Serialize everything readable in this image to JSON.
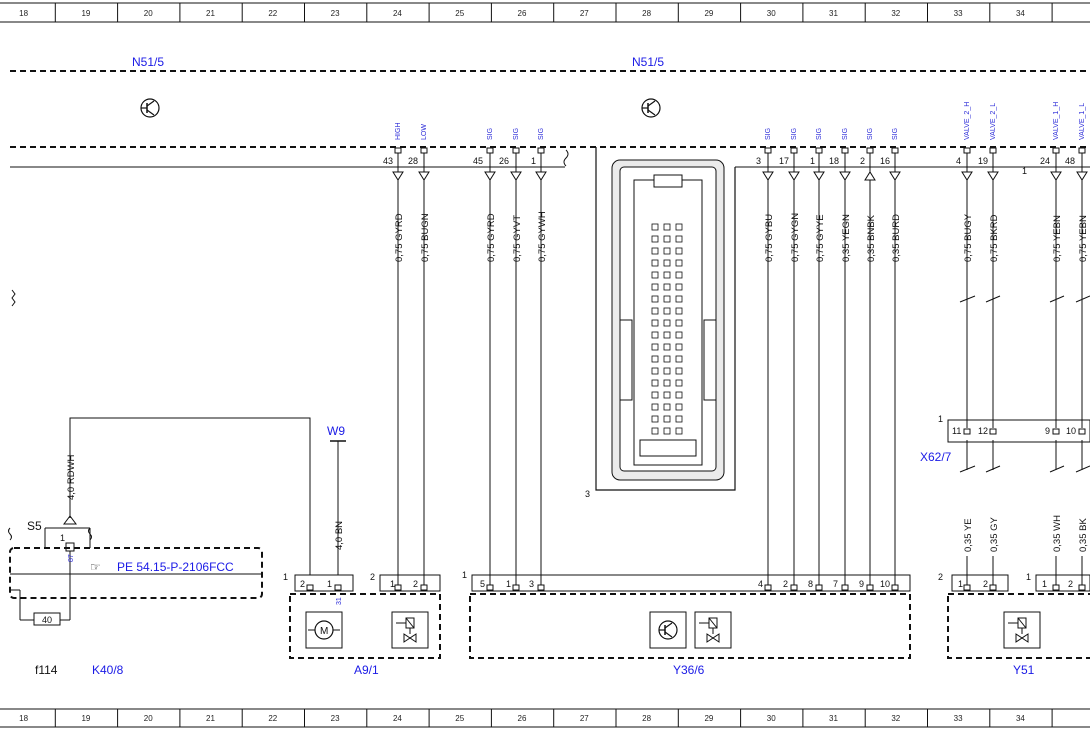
{
  "ruler": [
    "18",
    "19",
    "20",
    "21",
    "22",
    "23",
    "24",
    "25",
    "26",
    "27",
    "28",
    "29",
    "30",
    "31",
    "32",
    "33",
    "34"
  ],
  "colors": {
    "label": "#1a1ae6",
    "line": "#111111",
    "ecu_fill": "#ebebeb"
  },
  "ecu": {
    "label_left": "N51/5",
    "label_right": "N51/5",
    "connector_pin": "3",
    "continuation_pin": "1"
  },
  "pins": [
    {
      "num": "43",
      "sig": "HIGH",
      "wire": "0,75 GYRD"
    },
    {
      "num": "28",
      "sig": "LOW",
      "wire": "0,75 BUGN"
    },
    {
      "num": "45",
      "sig": "SIG",
      "wire": "0,75 GYRD"
    },
    {
      "num": "26",
      "sig": "SIG",
      "wire": "0,75 GYVT"
    },
    {
      "num": "1",
      "sig": "SIG",
      "wire": "0,75 GYWH"
    },
    {
      "num": "3",
      "sig": "SIG",
      "wire": "0,75 GYBU"
    },
    {
      "num": "17",
      "sig": "SIG",
      "wire": "0,75 GYGN"
    },
    {
      "num": "1",
      "sig": "SIG",
      "wire": "0,75 GYYE"
    },
    {
      "num": "18",
      "sig": "SIG",
      "wire": "0,35 YEGN"
    },
    {
      "num": "2",
      "sig": "SIG",
      "wire": "0,35 BNBK"
    },
    {
      "num": "16",
      "sig": "SIG",
      "wire": "0,35 BURD"
    },
    {
      "num": "4",
      "sig": "VALVE_2_H",
      "wire": "0,75 BUGY"
    },
    {
      "num": "19",
      "sig": "VALVE_2_L",
      "wire": "0,75 BKRD"
    },
    {
      "num": "24",
      "sig": "VALVE_1_H",
      "wire": "0,75 YEBN"
    },
    {
      "num": "48",
      "sig": "VALVE_1_L",
      "wire": "0,75 YEBN"
    }
  ],
  "relay": {
    "wire": "4,0 RDWH",
    "label": "S5",
    "pin": "1",
    "pin_87": "87",
    "fuse_value": "40",
    "fuse_label": "f114",
    "component": "K40/8",
    "reference": "PE 54.15-P-2106FCC"
  },
  "w9": {
    "label": "W9",
    "wire": "4,0 BN",
    "pin": "31"
  },
  "a91": {
    "label": "A9/1",
    "conn1": "1",
    "conn2": "2",
    "pins1": [
      "2",
      "1"
    ],
    "pins2": [
      "1",
      "2"
    ]
  },
  "y366": {
    "label": "Y36/6",
    "conn": "1",
    "pins": [
      "5",
      "1",
      "3",
      "4",
      "2",
      "8",
      "7",
      "9",
      "10"
    ]
  },
  "x627": {
    "label": "X62/7",
    "conn": "1",
    "pins": [
      "11",
      "12",
      "9",
      "10"
    ],
    "wires": [
      "0,35 YE",
      "0,35 GY",
      "0,35 WH",
      "0,35 BK"
    ]
  },
  "y51": {
    "label": "Y51",
    "conn1": "2",
    "conn2": "1",
    "pins1": [
      "1",
      "2"
    ],
    "pins2": [
      "1",
      "2"
    ]
  }
}
